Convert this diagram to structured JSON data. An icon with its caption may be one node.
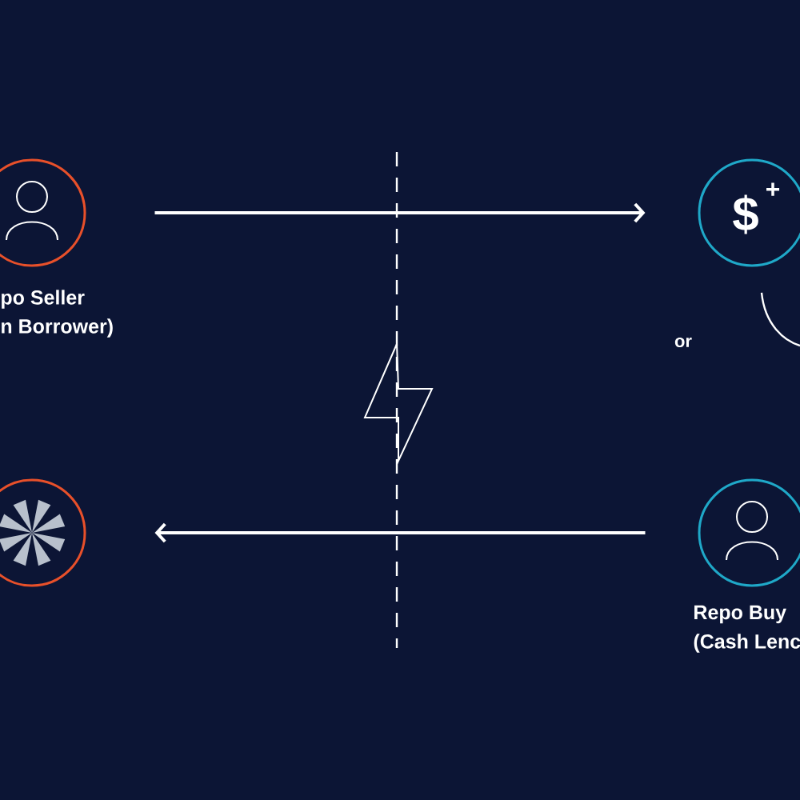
{
  "diagram": {
    "nodes": [
      {
        "text": [
          "po Seller",
          "n Borrower)"
        ]
      },
      {
        "text": [
          "$",
          "+"
        ]
      },
      {
        "text": [],
        "shape": "circle"
      },
      {
        "text": [
          "Repo Buy",
          "(Cash Lenc"
        ]
      }
    ],
    "edges": [
      {
        "from": 0,
        "to": 1,
        "arrow": "to"
      },
      {
        "from": 3,
        "to": 2,
        "arrow": "to"
      }
    ],
    "labels": [
      "or"
    ]
  }
}
